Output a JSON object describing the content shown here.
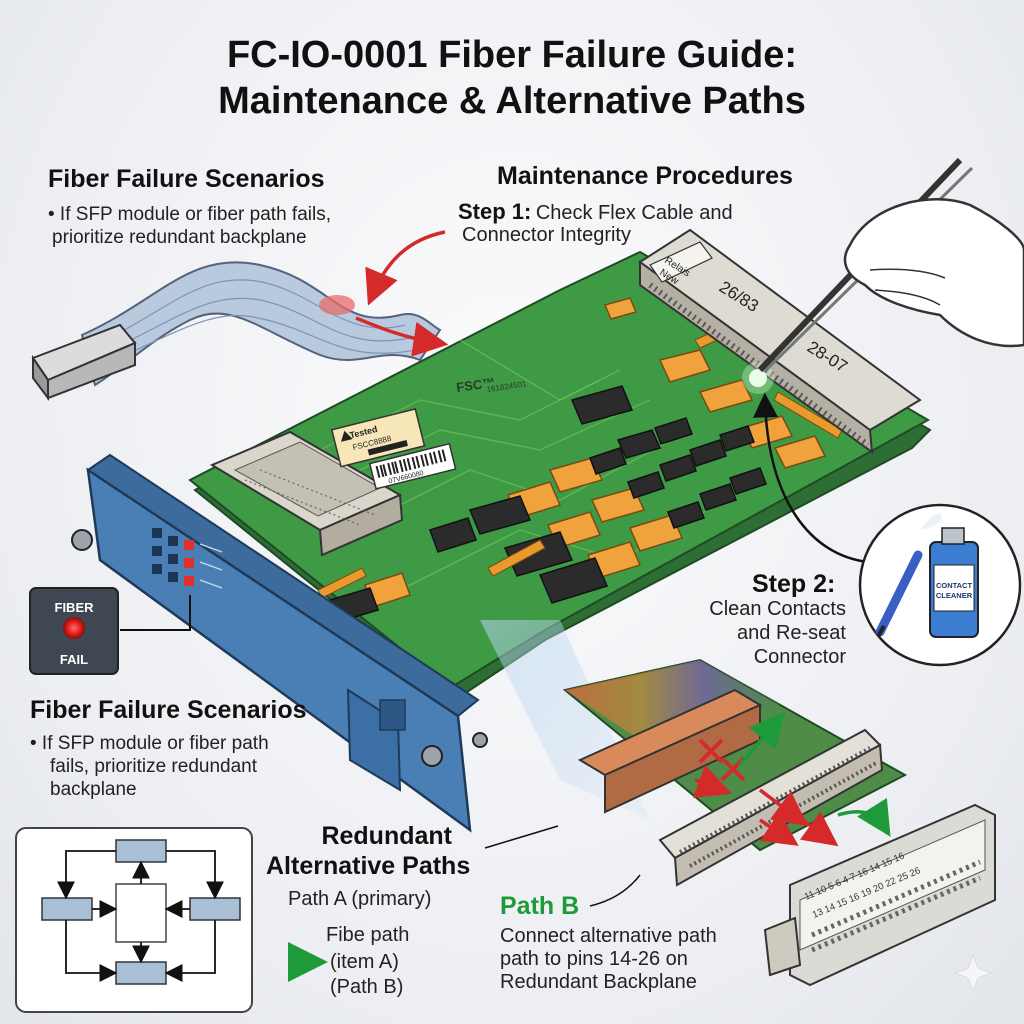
{
  "title": {
    "line1": "FC-IO-0001 Fiber Failure Guide:",
    "line2": "Maintenance & Alternative Paths"
  },
  "scenarios_top": {
    "heading": "Fiber Failure Scenarios",
    "bullet_line1": "•  If SFP module or fiber path fails,",
    "bullet_line2": "prioritize redundant backplane"
  },
  "maintenance": {
    "heading": "Maintenance Procedures",
    "step1_label": "Step 1:",
    "step1_text_a": "Check Flex Cable and",
    "step1_text_b": "Connector Integrity",
    "step2_label": "Step 2:",
    "step2_line1": "Clean Contacts",
    "step2_line2": "and Re-seat",
    "step2_line3": "Connector"
  },
  "scenarios_bottom": {
    "heading": "Fiber Failure Scenarios",
    "bullet_line1": "•  If SFP module or fiber path",
    "bullet_line2": "fails, prioritize redundant",
    "bullet_line3": "backplane"
  },
  "fail_indicator": {
    "line1": "FIBER",
    "line2": "FAIL",
    "color": "#e31b1b"
  },
  "redundant": {
    "heading_line1": "Redundant",
    "heading_line2": "Alternative Paths",
    "path_a": "Path A (primary)",
    "fibe_line1": "Fibe path",
    "fibe_line2": "(item A)",
    "fibe_line3": "(Path B)"
  },
  "path_b": {
    "label": "Path B",
    "line1": "Connect alternative path",
    "line2": "path to pins 14-26 on",
    "line3": "Redundant Backplane",
    "color": "#1f9a3a"
  },
  "board": {
    "brand": "FSC™",
    "part": "161824501",
    "sticker_line1": "Tested",
    "sticker_line2": "FSCC8888",
    "barcode_text": "07V660080"
  },
  "connector_labels": {
    "tag_line1": "Relais",
    "tag_line2": "New",
    "num_a": "26/83",
    "num_b": "28-07"
  },
  "spray_can": {
    "line1": "CONTACT",
    "line2": "CLEANER"
  },
  "pin_numbers": {
    "row1": "11 10 5 6 4 7 16 14 15 16",
    "row2": "13 14 15 16 19 20 22 25 26"
  },
  "colors": {
    "pcb": "#3f9a45",
    "faceplate": "#4a7fb5",
    "arrow_red": "#d42a2a",
    "arrow_green": "#1f9a3a",
    "flex_cable": "#b9c9de"
  }
}
